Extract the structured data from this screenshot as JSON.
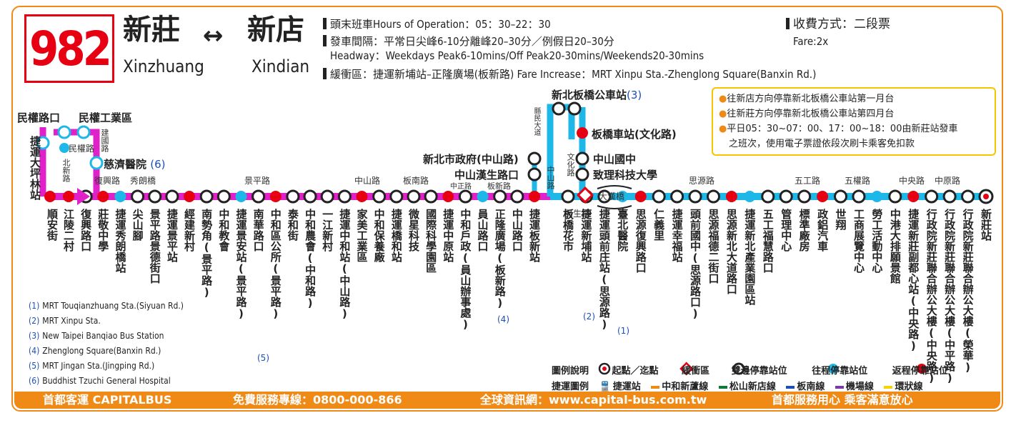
{
  "route": {
    "number": "982",
    "from_zh": "新莊",
    "from_en": "Xinzhuang",
    "to_zh": "新店",
    "to_en": "Xindian",
    "arrow": "↔"
  },
  "info": {
    "hours": "頭末班車Hours of Operation：05：30–22：30",
    "headway_zh": "發車間隔：平常日尖峰6-10分離峰20–30分／例假日20–30分",
    "headway_en": "Headway：Weekdays Peak6-10mins/Off Peak20-30mins/Weekends20-30mins",
    "buffer": "緩衝區：捷運新埔站–正隆廣場(板新路) Fare Increase：MRT Xinpu Sta.-Zhenglong Square(Banxin Rd.)",
    "fare_zh": "收費方式：二段票",
    "fare_en": "Fare:2x"
  },
  "notes": [
    "往新店方向停靠新北板橋公車站第一月台",
    "往新莊方向停靠新北板橋公車站第四月台",
    "平日05：30~07：00、17：00~18：00由新莊站發車",
    "之班次，使用電子票證依段次刷卡乘客免扣款"
  ],
  "stations_main": [
    "江陵二村",
    "復興路口",
    "莊敬中學",
    "捷運秀朗橋站",
    "尖山腳",
    "景平路景德街口",
    "捷運景平站",
    "經建新村",
    "南勢角(景平路)",
    "中和教會",
    "捷運景安站(景平路)",
    "南華路口",
    "中和區公所(景平路)",
    "泰和街",
    "中和農會(中和路)",
    "一江新村",
    "捷運中和站(中山路)",
    "家美工業區",
    "中和保養廠",
    "捷運橋和站",
    "微星科技",
    "國際科學園區",
    "捷運中原站",
    "中和戶政(員山辦事處)",
    "員山路口",
    "正隆廣場(板新路)",
    "中山路口",
    "捷運板新站",
    "板橋花市",
    "捷運新埔站",
    "捷運頭前庄站(思源路)",
    "臺北醫院",
    "思源復興路口",
    "仁義里",
    "捷運幸福站",
    "頭前國中(思源路口)",
    "思源福德二街口",
    "思源新北大道路口",
    "捷運新北產業園區站",
    "五工福慧路口",
    "管理中心",
    "標準廠房",
    "政鋁汽車",
    "世翔",
    "工商展覽中心",
    "勞工活動中心",
    "中港大排願景館",
    "捷運新莊副都心站(中央路)",
    "行政院新莊聯合辦公大樓(中央路)",
    "行政院新莊聯合辦公大樓(中平路)",
    "行政院新莊聯合辦公大樓(榮華)",
    "新莊站"
  ],
  "stations_left": {
    "v1": "捷運大坪林站",
    "v2": "順安街",
    "top1": "民權路口",
    "top2": "民權工業區",
    "cihji": "慈濟醫院",
    "cihji_num": "(6)"
  },
  "stations_branch": {
    "banqiao_bus": "新北板橋公車站",
    "banqiao_bus_num": "(3)",
    "banqiao_stn": "板橋車站(文化路)",
    "ntc_gov": "新北市政府(中山路)",
    "zhongshan_han": "中山漢生路口",
    "zhongshan_jr": "中山國中",
    "zhili": "致理科技大學"
  },
  "roads": {
    "minquan": "民權路",
    "beixin": "北新路",
    "jianguo": "建國路",
    "fuxing": "復興路",
    "xiulang": "秀朗橋",
    "jingping": "景平路",
    "zhongshan": "中山路",
    "bannan": "板南路",
    "zhongzheng": "中正路",
    "banxin": "板新路",
    "xianmin": "縣民大道",
    "zhongshan_v": "中山路",
    "wenhua": "文化路",
    "minsheng": "民生路",
    "dahan": "大漢橋",
    "siyuan": "思源路",
    "wugong": "五工路",
    "wuquan": "五權路",
    "zhongyang": "中央路",
    "zhongyuan": "中原路"
  },
  "marker_labels": {
    "n1": "(1)",
    "n2": "(2)",
    "n4": "(4)",
    "n5": "(5)"
  },
  "legend_list": [
    {
      "num": "(1)",
      "text": "MRT Touqianzhuang  Sta.(Siyuan Rd.)"
    },
    {
      "num": "(2)",
      "text": "MRT Xinpu Sta."
    },
    {
      "num": "(3)",
      "text": "New Taipei Banqiao Bus Station"
    },
    {
      "num": "(4)",
      "text": "Zhenglong Square(Banxin Rd.)"
    },
    {
      "num": "(5)",
      "text": "MRT Jingan Sta.(Jingping Rd.)"
    },
    {
      "num": "(6)",
      "text": "Buddhist Tzuchi General Hospital"
    }
  ],
  "legend": {
    "title": "圖例說明",
    "terminal": "起點／迄點",
    "buffer": "緩衝區",
    "both": "雙邊停靠站位",
    "outbound": "往程停靠站位",
    "inbound": "返程停靠站位",
    "mrt_title": "捷運圖例",
    "mrt_station": "捷運站",
    "lines": [
      {
        "name": "中和新蘆線",
        "color": "#f08a17"
      },
      {
        "name": "松山新店線",
        "color": "#0b7a3b"
      },
      {
        "name": "板南線",
        "color": "#1d4fb8"
      },
      {
        "name": "機場線",
        "color": "#7b3aa6"
      },
      {
        "name": "環狀線",
        "color": "#f6d400"
      }
    ]
  },
  "footer": {
    "brand": "首都客運 CAPITALBUS",
    "hotline": "免費服務專線：0800-000-866",
    "web": "全球資訊網：www.capital-bus.com.tw",
    "slogan": "首都服務用心  乘客滿意放心"
  },
  "colors": {
    "route_magenta": "#e020c8",
    "route_cyan": "#1eb8e8",
    "accent": "#f08a17",
    "red": "#e60012"
  }
}
